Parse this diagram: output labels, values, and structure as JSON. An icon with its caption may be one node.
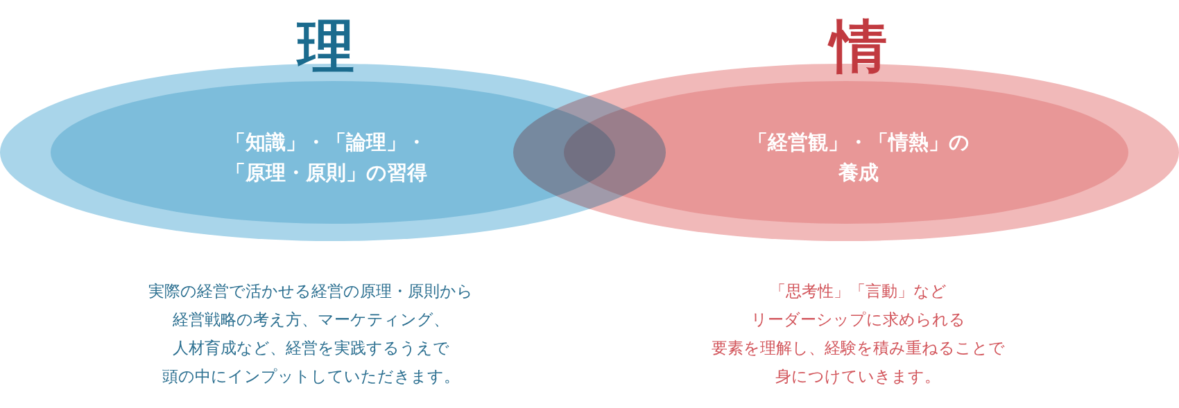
{
  "diagram": {
    "nodes": [
      {
        "text": [
          "理",
          "「知識」・「論理」・「原理・原則」の習得"
        ],
        "beside": [
          "実際の経営で活かせる経営の原理・原則から経営戦略の考え方、マーケティング、人材育成など、経営を実践するうえで頭の中にインプットしていただきます。"
        ]
      },
      {
        "text": [
          "情",
          "「経営観」・「情熱」の養成"
        ],
        "beside": [
          "「思考性」「言動」などリーダーシップに求められる要素を理解し、経験を積み重ねることで身につけていきます。"
        ]
      }
    ]
  }
}
